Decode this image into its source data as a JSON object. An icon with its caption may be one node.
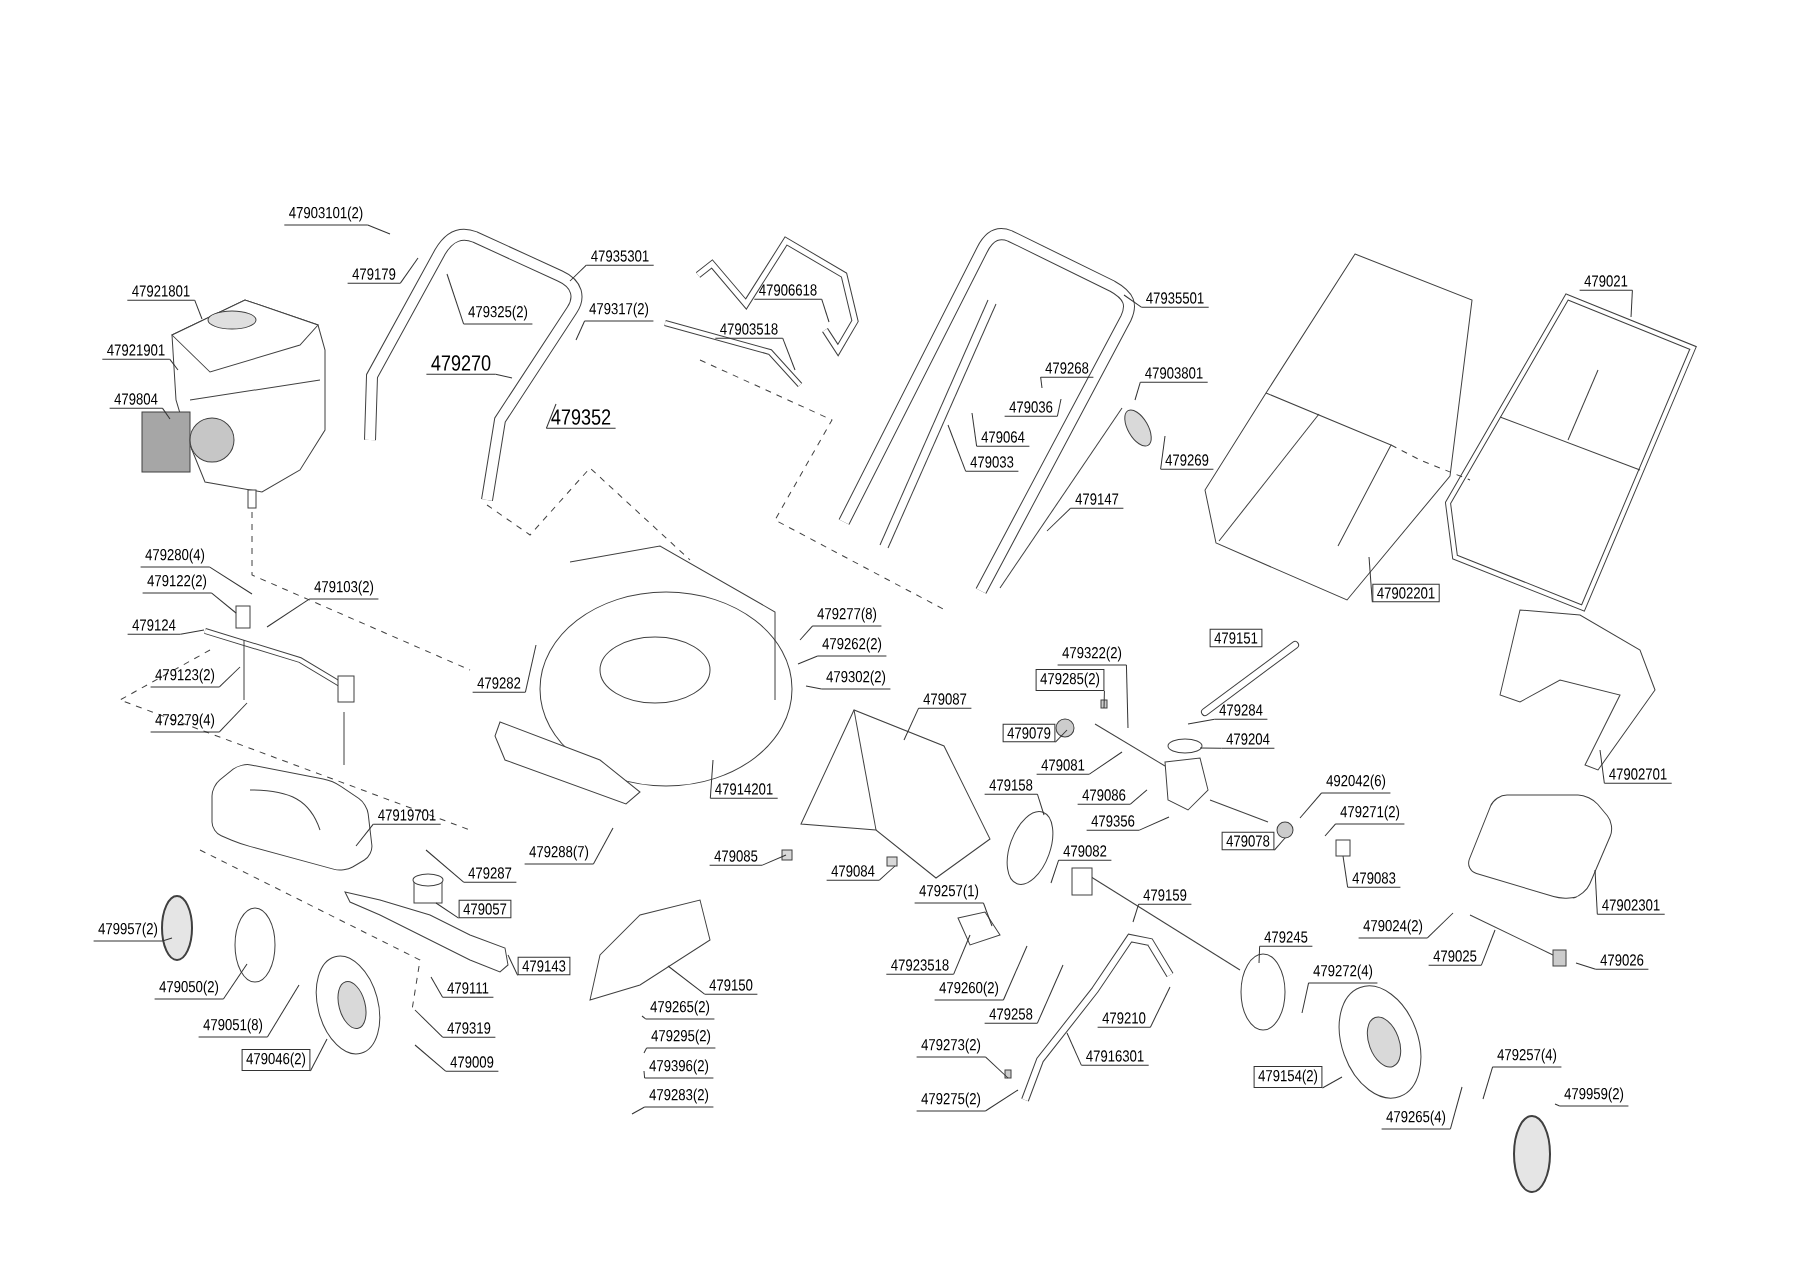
{
  "diagram": {
    "nodes": [
      {
        "text": [
          "47903101(2)"
        ]
      },
      {
        "text": [
          "479179"
        ]
      },
      {
        "text": [
          "47935301"
        ]
      },
      {
        "text": [
          "47921801"
        ]
      },
      {
        "text": [
          "479325(2)"
        ]
      },
      {
        "text": [
          "479317(2)"
        ]
      },
      {
        "text": [
          "47906618"
        ]
      },
      {
        "text": [
          "47903518"
        ]
      },
      {
        "text": [
          "47935501"
        ]
      },
      {
        "text": [
          "479021"
        ]
      },
      {
        "text": [
          "47921901"
        ]
      },
      {
        "text": [
          "479270"
        ]
      },
      {
        "text": [
          "479268"
        ]
      },
      {
        "text": [
          "47903801"
        ]
      },
      {
        "text": [
          "479804"
        ]
      },
      {
        "text": [
          "479036"
        ]
      },
      {
        "text": [
          "479352"
        ]
      },
      {
        "text": [
          "479064"
        ]
      },
      {
        "text": [
          "479269"
        ]
      },
      {
        "text": [
          "479033"
        ]
      },
      {
        "text": [
          "479147"
        ]
      },
      {
        "text": [
          "479280(4)"
        ]
      },
      {
        "text": [
          "479122(2)"
        ]
      },
      {
        "text": [
          "479103(2)"
        ]
      },
      {
        "text": [
          "47902201"
        ]
      },
      {
        "text": [
          "479124"
        ]
      },
      {
        "text": [
          "479277(8)"
        ]
      },
      {
        "text": [
          "479151"
        ]
      },
      {
        "text": [
          "479262(2)"
        ]
      },
      {
        "text": [
          "479322(2)"
        ]
      },
      {
        "text": [
          "479123(2)"
        ]
      },
      {
        "text": [
          "479302(2)"
        ]
      },
      {
        "text": [
          "479285(2)"
        ]
      },
      {
        "text": [
          "479282"
        ]
      },
      {
        "text": [
          "479087"
        ]
      },
      {
        "text": [
          "479284"
        ]
      },
      {
        "text": [
          "479279(4)"
        ]
      },
      {
        "text": [
          "479079"
        ]
      },
      {
        "text": [
          "479204"
        ]
      },
      {
        "text": [
          "479081"
        ]
      },
      {
        "text": [
          "47902701"
        ]
      },
      {
        "text": [
          "479158"
        ]
      },
      {
        "text": [
          "492042(6)"
        ]
      },
      {
        "text": [
          "47914201"
        ]
      },
      {
        "text": [
          "479086"
        ]
      },
      {
        "text": [
          "479271(2)"
        ]
      },
      {
        "text": [
          "47919701"
        ]
      },
      {
        "text": [
          "479356"
        ]
      },
      {
        "text": [
          "479078"
        ]
      },
      {
        "text": [
          "479082"
        ]
      },
      {
        "text": [
          "479288(7)"
        ]
      },
      {
        "text": [
          "479085"
        ]
      },
      {
        "text": [
          "479084"
        ]
      },
      {
        "text": [
          "479287"
        ]
      },
      {
        "text": [
          "479083"
        ]
      },
      {
        "text": [
          "479257(1)"
        ]
      },
      {
        "text": [
          "479159"
        ]
      },
      {
        "text": [
          "47902301"
        ]
      },
      {
        "text": [
          "479057"
        ]
      },
      {
        "text": [
          "479024(2)"
        ]
      },
      {
        "text": [
          "479957(2)"
        ]
      },
      {
        "text": [
          "479245"
        ]
      },
      {
        "text": [
          "479025"
        ]
      },
      {
        "text": [
          "479026"
        ]
      },
      {
        "text": [
          "479143"
        ]
      },
      {
        "text": [
          "47923518"
        ]
      },
      {
        "text": [
          "479272(4)"
        ]
      },
      {
        "text": [
          "479150"
        ]
      },
      {
        "text": [
          "479050(2)"
        ]
      },
      {
        "text": [
          "479111"
        ]
      },
      {
        "text": [
          "479260(2)"
        ]
      },
      {
        "text": [
          "479265(2)"
        ]
      },
      {
        "text": [
          "479258"
        ]
      },
      {
        "text": [
          "479210"
        ]
      },
      {
        "text": [
          "479051(8)"
        ]
      },
      {
        "text": [
          "479319"
        ]
      },
      {
        "text": [
          "479295(2)"
        ]
      },
      {
        "text": [
          "479273(2)"
        ]
      },
      {
        "text": [
          "47916301"
        ]
      },
      {
        "text": [
          "479257(4)"
        ]
      },
      {
        "text": [
          "479046(2)"
        ]
      },
      {
        "text": [
          "479009"
        ]
      },
      {
        "text": [
          "479396(2)"
        ]
      },
      {
        "text": [
          "479154(2)"
        ]
      },
      {
        "text": [
          "479959(2)"
        ]
      },
      {
        "text": [
          "479283(2)"
        ]
      },
      {
        "text": [
          "479275(2)"
        ]
      },
      {
        "text": [
          "479265(4)"
        ]
      }
    ],
    "edges": [
      {
        "from": 0,
        "to": null,
        "arrow": "none"
      },
      {
        "from": 1,
        "to": null,
        "arrow": "none"
      },
      {
        "from": 2,
        "to": null,
        "arrow": "none"
      },
      {
        "from": 3,
        "to": null,
        "arrow": "none"
      },
      {
        "from": 4,
        "to": null,
        "arrow": "none"
      },
      {
        "from": 5,
        "to": null,
        "arrow": "none"
      },
      {
        "from": 6,
        "to": null,
        "arrow": "none"
      },
      {
        "from": 7,
        "to": null,
        "arrow": "none"
      },
      {
        "from": 8,
        "to": null,
        "arrow": "none"
      },
      {
        "from": 9,
        "to": null,
        "arrow": "none"
      },
      {
        "from": 10,
        "to": null,
        "arrow": "none"
      },
      {
        "from": 11,
        "to": null,
        "arrow": "none"
      },
      {
        "from": 12,
        "to": null,
        "arrow": "none"
      },
      {
        "from": 13,
        "to": null,
        "arrow": "none"
      },
      {
        "from": 14,
        "to": null,
        "arrow": "none"
      },
      {
        "from": 15,
        "to": null,
        "arrow": "none"
      },
      {
        "from": 16,
        "to": null,
        "arrow": "none"
      },
      {
        "from": 17,
        "to": null,
        "arrow": "none"
      },
      {
        "from": 18,
        "to": null,
        "arrow": "none"
      },
      {
        "from": 19,
        "to": null,
        "arrow": "none"
      },
      {
        "from": 20,
        "to": null,
        "arrow": "none"
      },
      {
        "from": 21,
        "to": null,
        "arrow": "none"
      },
      {
        "from": 22,
        "to": null,
        "arrow": "none"
      },
      {
        "from": 23,
        "to": null,
        "arrow": "none"
      },
      {
        "from": 24,
        "to": null,
        "arrow": "none"
      },
      {
        "from": 25,
        "to": null,
        "arrow": "none"
      },
      {
        "from": 26,
        "to": null,
        "arrow": "none"
      },
      {
        "from": 28,
        "to": null,
        "arrow": "none"
      },
      {
        "from": 29,
        "to": null,
        "arrow": "none"
      },
      {
        "from": 30,
        "to": null,
        "arrow": "none"
      },
      {
        "from": 31,
        "to": null,
        "arrow": "none"
      },
      {
        "from": 32,
        "to": null,
        "arrow": "none"
      },
      {
        "from": 33,
        "to": null,
        "arrow": "none"
      },
      {
        "from": 34,
        "to": null,
        "arrow": "none"
      },
      {
        "from": 35,
        "to": null,
        "arrow": "none"
      },
      {
        "from": 36,
        "to": null,
        "arrow": "none"
      },
      {
        "from": 37,
        "to": null,
        "arrow": "none"
      },
      {
        "from": 38,
        "to": null,
        "arrow": "none"
      },
      {
        "from": 39,
        "to": null,
        "arrow": "none"
      },
      {
        "from": 40,
        "to": null,
        "arrow": "none"
      },
      {
        "from": 41,
        "to": null,
        "arrow": "none"
      },
      {
        "from": 42,
        "to": null,
        "arrow": "none"
      },
      {
        "from": 43,
        "to": null,
        "arrow": "none"
      },
      {
        "from": 44,
        "to": null,
        "arrow": "none"
      },
      {
        "from": 45,
        "to": null,
        "arrow": "none"
      },
      {
        "from": 46,
        "to": null,
        "arrow": "none"
      },
      {
        "from": 47,
        "to": null,
        "arrow": "none"
      },
      {
        "from": 48,
        "to": null,
        "arrow": "none"
      },
      {
        "from": 49,
        "to": null,
        "arrow": "none"
      },
      {
        "from": 50,
        "to": null,
        "arrow": "none"
      },
      {
        "from": 51,
        "to": null,
        "arrow": "none"
      },
      {
        "from": 52,
        "to": null,
        "arrow": "none"
      },
      {
        "from": 53,
        "to": null,
        "arrow": "none"
      },
      {
        "from": 54,
        "to": null,
        "arrow": "none"
      },
      {
        "from": 55,
        "to": null,
        "arrow": "none"
      },
      {
        "from": 56,
        "to": null,
        "arrow": "none"
      },
      {
        "from": 57,
        "to": null,
        "arrow": "none"
      },
      {
        "from": 58,
        "to": null,
        "arrow": "none"
      },
      {
        "from": 59,
        "to": null,
        "arrow": "none"
      },
      {
        "from": 60,
        "to": null,
        "arrow": "none"
      },
      {
        "from": 61,
        "to": null,
        "arrow": "none"
      },
      {
        "from": 62,
        "to": null,
        "arrow": "none"
      },
      {
        "from": 63,
        "to": null,
        "arrow": "none"
      },
      {
        "from": 64,
        "to": null,
        "arrow": "none"
      },
      {
        "from": 65,
        "to": null,
        "arrow": "none"
      },
      {
        "from": 66,
        "to": null,
        "arrow": "none"
      },
      {
        "from": 67,
        "to": null,
        "arrow": "none"
      },
      {
        "from": 68,
        "to": null,
        "arrow": "none"
      },
      {
        "from": 69,
        "to": null,
        "arrow": "none"
      },
      {
        "from": 70,
        "to": null,
        "arrow": "none"
      },
      {
        "from": 71,
        "to": null,
        "arrow": "none"
      },
      {
        "from": 72,
        "to": null,
        "arrow": "none"
      },
      {
        "from": 73,
        "to": null,
        "arrow": "none"
      },
      {
        "from": 74,
        "to": null,
        "arrow": "none"
      },
      {
        "from": 75,
        "to": null,
        "arrow": "none"
      },
      {
        "from": 76,
        "to": null,
        "arrow": "none"
      },
      {
        "from": 77,
        "to": null,
        "arrow": "none"
      },
      {
        "from": 78,
        "to": null,
        "arrow": "none"
      },
      {
        "from": 79,
        "to": null,
        "arrow": "none"
      },
      {
        "from": 80,
        "to": null,
        "arrow": "none"
      },
      {
        "from": 81,
        "to": null,
        "arrow": "none"
      },
      {
        "from": 82,
        "to": null,
        "arrow": "none"
      },
      {
        "from": 83,
        "to": null,
        "arrow": "none"
      },
      {
        "from": 84,
        "to": null,
        "arrow": "none"
      },
      {
        "from": 85,
        "to": null,
        "arrow": "none"
      },
      {
        "from": 86,
        "to": null,
        "arrow": "none"
      },
      {
        "from": 87,
        "to": null,
        "arrow": "none"
      }
    ]
  }
}
